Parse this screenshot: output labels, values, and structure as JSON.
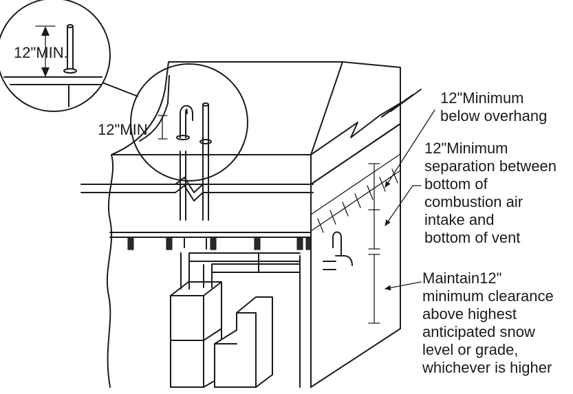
{
  "inset_label": "12\"MIN.",
  "roof_vent_label": "12\"MIN.",
  "callouts": {
    "overhang": [
      "12\"Minimum",
      "below overhang"
    ],
    "separation": [
      "12\"Minimum",
      "separation between",
      "bottom of",
      "combustion air",
      "intake and",
      "bottom of vent"
    ],
    "snow": [
      "Maintain12\"",
      "minimum clearance",
      "above highest",
      "anticipated snow",
      "level or grade,",
      "whichever is higher"
    ]
  }
}
